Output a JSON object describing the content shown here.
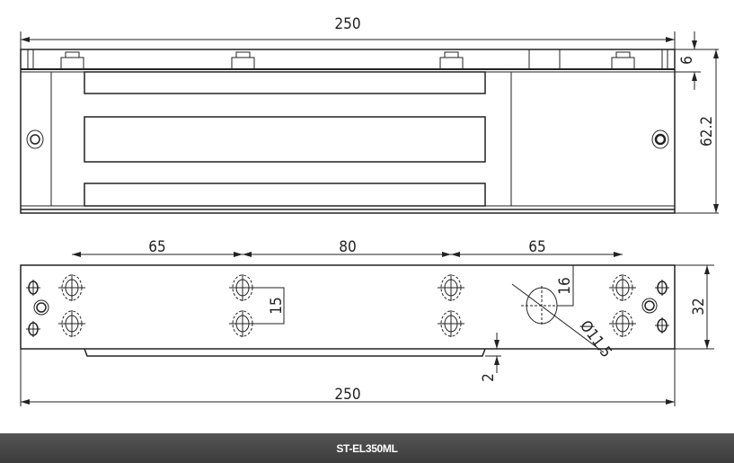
{
  "drawing": {
    "top_view": {
      "length_label": "250",
      "plate_height_label": "6",
      "total_height_label": "62.2"
    },
    "bottom_view": {
      "spacing_labels": [
        "65",
        "80",
        "65"
      ],
      "hole_vertical_spacing_label": "15",
      "cable_hole_offset_label": "16",
      "cable_hole_diameter_label": "Ø11.5",
      "rail_depth_label": "2",
      "width_label": "32",
      "length_label": "250"
    }
  },
  "caption": {
    "model": "ST-EL350ML"
  },
  "colors": {
    "line": "#222222",
    "caption_bg": "#4a4a4a",
    "caption_text": "#ffffff"
  }
}
